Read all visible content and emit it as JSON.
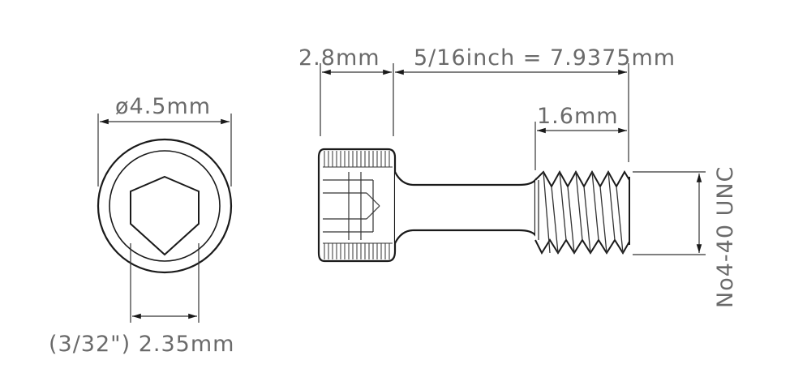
{
  "labels": {
    "head_diameter": "ø4.5mm",
    "hex_size": "(3/32\") 2.35mm",
    "head_height": "2.8mm",
    "shoulder_length": "5/16inch = 7.9375mm",
    "thread_length": "1.6mm",
    "thread_spec": "No4-40 UNC"
  },
  "colors": {
    "label": "#6a6a6a",
    "line": "#1a1a1a"
  }
}
